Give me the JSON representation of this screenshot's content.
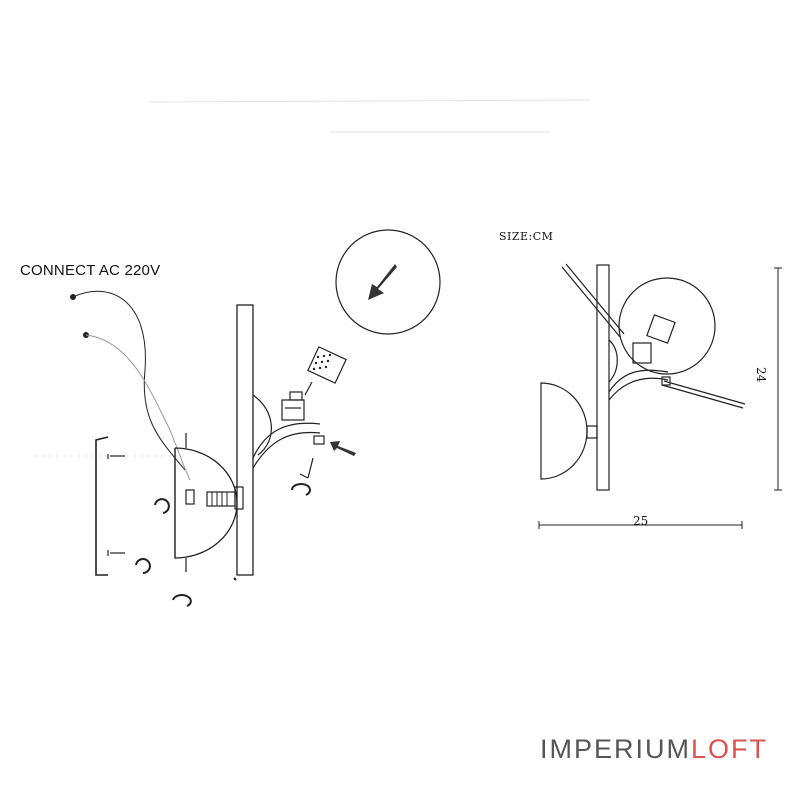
{
  "labels": {
    "connect": "CONNECT AC 220V",
    "size_unit": "SIZE:CM",
    "height": "24",
    "width": "25"
  },
  "brand": {
    "part1": "IMPERIUM",
    "part2": "LOFT",
    "color_part1": "#555555",
    "color_part2": "#d9534f"
  }
}
